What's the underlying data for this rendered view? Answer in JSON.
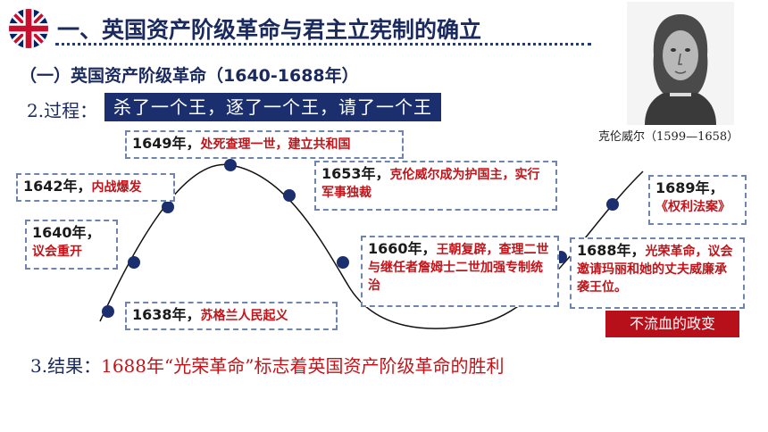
{
  "header": {
    "title": "一、英国资产阶级革命与君主立宪制的确立",
    "subtitle": "（一）英国资产阶级革命（1640-1688年）"
  },
  "process": {
    "label": "2.过程：",
    "summary": "杀了一个王，逐了一个王，请了一个王"
  },
  "portrait": {
    "caption": "克伦威尔（1599—1658）"
  },
  "events": [
    {
      "year": "1638年，",
      "text": "苏格兰人民起义"
    },
    {
      "year": "1640年，",
      "text": "议会重开"
    },
    {
      "year": "1642年，",
      "text": "内战爆发"
    },
    {
      "year": "1649年，",
      "text": "处死查理一世，建立共和国"
    },
    {
      "year": "1653年，",
      "text": "克伦威尔成为护国主，实行军事独裁"
    },
    {
      "year": "1660年，",
      "text": "王朝复辟，查理二世与继任者詹姆士二世加强专制统治"
    },
    {
      "year": "1688年，",
      "text": "光荣革命，议会邀请玛丽和她的丈夫威廉承袭王位。"
    },
    {
      "year": "1689年，",
      "text": "《权利法案》"
    }
  ],
  "badge": "不流血的政变",
  "result": {
    "label": "3.结果：",
    "text": "1688年“光荣革命”标志着英国资产阶级革命的胜利"
  },
  "colors": {
    "navy": "#1b2f6e",
    "red": "#c0141a",
    "dash_border": "#6e86ad"
  }
}
